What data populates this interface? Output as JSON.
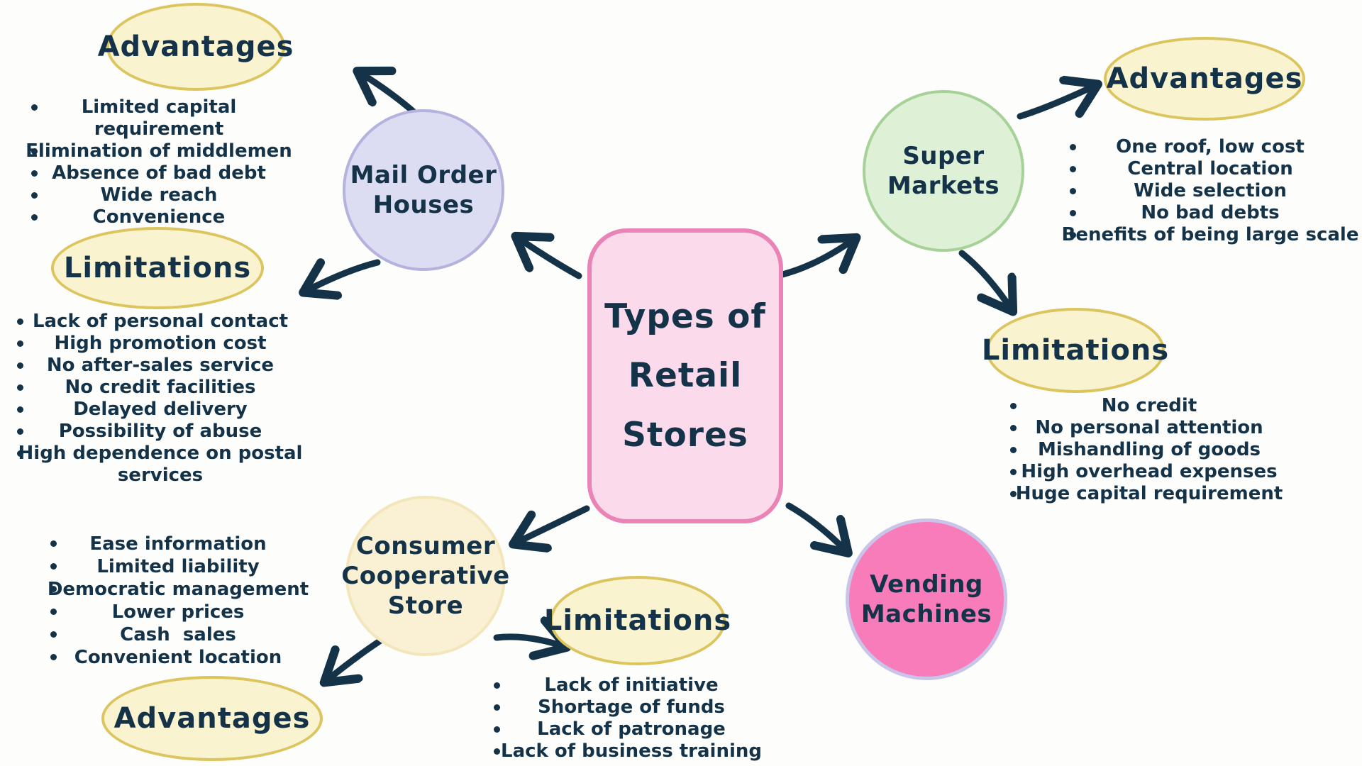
{
  "title": {
    "full": "Types of Retail Stores",
    "lines": [
      "Types of",
      "Retail",
      "Stores"
    ]
  },
  "colors": {
    "text_navy": "#143349",
    "center_fill": "#fbdbeb",
    "center_border": "#ea84b6",
    "ellipse_fill": "#faf3d0",
    "ellipse_border": "#dcc55e",
    "mail_fill": "#dcdcf3",
    "mail_border": "#b3b3dd",
    "super_fill": "#def0d6",
    "super_border": "#a6d298",
    "consumer_fill": "#faf0d3",
    "vending_fill": "#f87cba",
    "vending_border": "#c9c5ea",
    "background": "#fdfdfc"
  },
  "branches": {
    "mail_order": {
      "label_lines": [
        "Mail Order",
        "Houses"
      ],
      "advantages": {
        "header": "Advantages",
        "items": [
          "Limited capital requirement",
          "Elimination of middlemen",
          "Absence of bad debt",
          "Wide reach",
          "Convenience"
        ]
      },
      "limitations": {
        "header": "Limitations",
        "items": [
          "Lack of personal contact",
          "High promotion cost",
          "No after-sales service",
          "No credit facilities",
          "Delayed delivery",
          "Possibility of abuse",
          "High dependence on postal services"
        ]
      }
    },
    "super_markets": {
      "label_lines": [
        "Super",
        "Markets"
      ],
      "advantages": {
        "header": "Advantages",
        "items": [
          "One roof, low cost",
          "Central location",
          "Wide selection",
          "No bad debts",
          "Benefits of being large scale"
        ]
      },
      "limitations": {
        "header": "Limitations",
        "items": [
          "No credit",
          "No personal attention",
          "Mishandling of goods",
          "High overhead expenses",
          "Huge capital requirement"
        ]
      }
    },
    "consumer_cooperative": {
      "label_lines": [
        "Consumer",
        "Cooperative",
        "Store"
      ],
      "advantages": {
        "header": "Advantages",
        "items": [
          "Ease information",
          "Limited liability",
          "Democratic management",
          "Lower prices",
          "Cash  sales",
          "Convenient location"
        ]
      },
      "limitations": {
        "header": "Limitations",
        "items": [
          "Lack of initiative",
          "Shortage of funds",
          "Lack of patronage",
          "Lack of business training"
        ]
      }
    },
    "vending_machines": {
      "label_lines": [
        "Vending",
        "Machines"
      ]
    }
  }
}
